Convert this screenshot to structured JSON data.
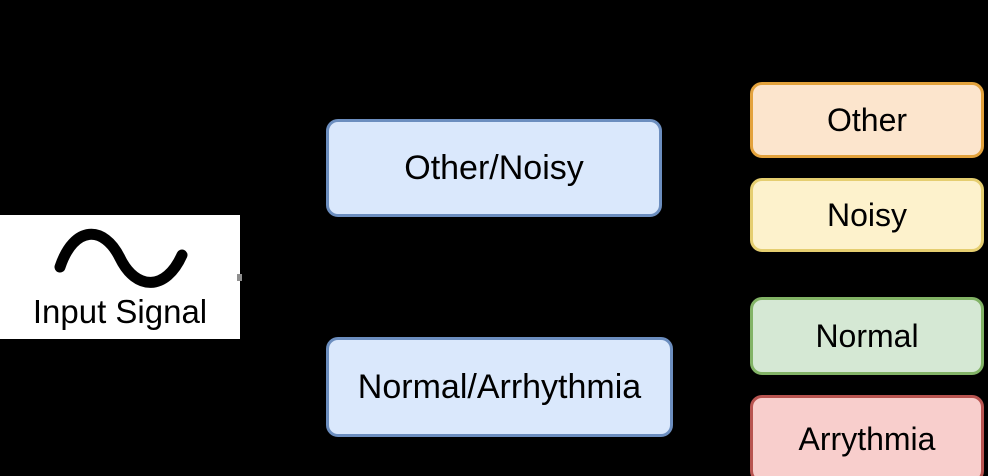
{
  "diagram": {
    "background_color": "#000000",
    "input": {
      "icon": "sine-wave-icon",
      "label": "Input Signal",
      "card_color": "#ffffff",
      "text_color": "#000000"
    },
    "stage_one": {
      "fill_color": "#dae8fc",
      "border_color": "#6c8ebf",
      "nodes": [
        {
          "id": "other-noisy",
          "label": "Other/Noisy"
        },
        {
          "id": "normal-arrhythmia",
          "label": "Normal/Arrhythmia"
        }
      ]
    },
    "stage_two": {
      "nodes": [
        {
          "id": "other",
          "label": "Other",
          "fill_color": "#fce5cd",
          "border_color": "#e3a23c"
        },
        {
          "id": "noisy",
          "label": "Noisy",
          "fill_color": "#fdf2cc",
          "border_color": "#e5ce70"
        },
        {
          "id": "normal",
          "label": "Normal",
          "fill_color": "#d5e8d4",
          "border_color": "#82b366"
        },
        {
          "id": "arrythmia",
          "label": "Arrythmia",
          "fill_color": "#f8cecc",
          "border_color": "#b85450"
        }
      ]
    }
  }
}
